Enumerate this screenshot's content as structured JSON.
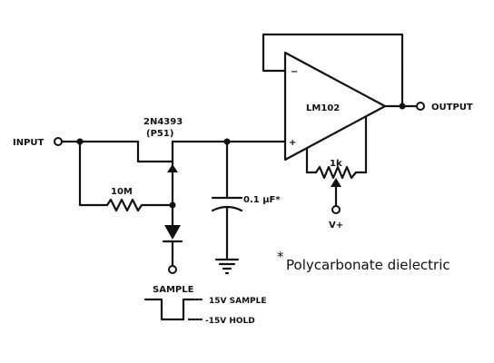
{
  "labels": {
    "input": "INPUT",
    "output": "OUTPUT",
    "fet_part": "2N4393",
    "fet_sub": "(P51)",
    "opamp_part": "LM102",
    "resistor": "10M",
    "capacitor": "0.1 μF*",
    "pot": "1k",
    "supply": "V+",
    "sample": "SAMPLE",
    "sample_high": "15V  SAMPLE",
    "sample_low": "-15V  HOLD",
    "minus": "−",
    "plus": "+",
    "note_mark": "*",
    "note": "Polycarbonate dielectric"
  }
}
